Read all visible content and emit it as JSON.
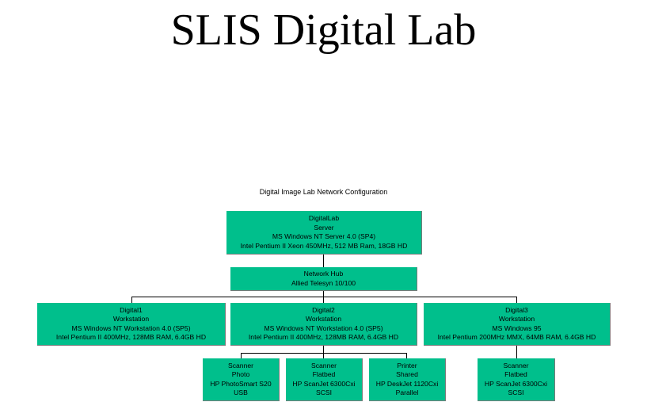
{
  "title": "SLIS Digital Lab",
  "diagram": {
    "caption": "Digital Image Lab Network Configuration",
    "server": [
      "DigitalLab",
      "Server",
      "MS Windows NT Server 4.0 (SP4)",
      "Intel Pentium II Xeon 450MHz, 512 MB Ram, 18GB HD"
    ],
    "hub": [
      "Network Hub",
      "Allied Telesyn 10/100"
    ],
    "workstations": [
      [
        "Digital1",
        "Workstation",
        "MS Windows NT Workstation 4.0 (SP5)",
        "Intel Pentium II 400MHz, 128MB RAM, 6.4GB HD"
      ],
      [
        "Digital2",
        "Workstation",
        "MS Windows NT Workstation 4.0 (SP5)",
        "Intel Pentium II 400MHz, 128MB RAM, 6.4GB HD"
      ],
      [
        "Digital3",
        "Workstation",
        "MS Windows 95",
        "Intel Pentium 200MHz MMX, 64MB RAM, 6.4GB HD"
      ]
    ],
    "peripherals": [
      [
        "Scanner",
        "Photo",
        "HP PhotoSmart S20",
        "USB"
      ],
      [
        "Scanner",
        "Flatbed",
        "HP ScanJet 6300Cxi",
        "SCSI"
      ],
      [
        "Printer",
        "Shared",
        "HP DeskJet 1120Cxi",
        "Parallel"
      ],
      [
        "Scanner",
        "Flatbed",
        "HP ScanJet 6300Cxi",
        "SCSI"
      ]
    ]
  }
}
